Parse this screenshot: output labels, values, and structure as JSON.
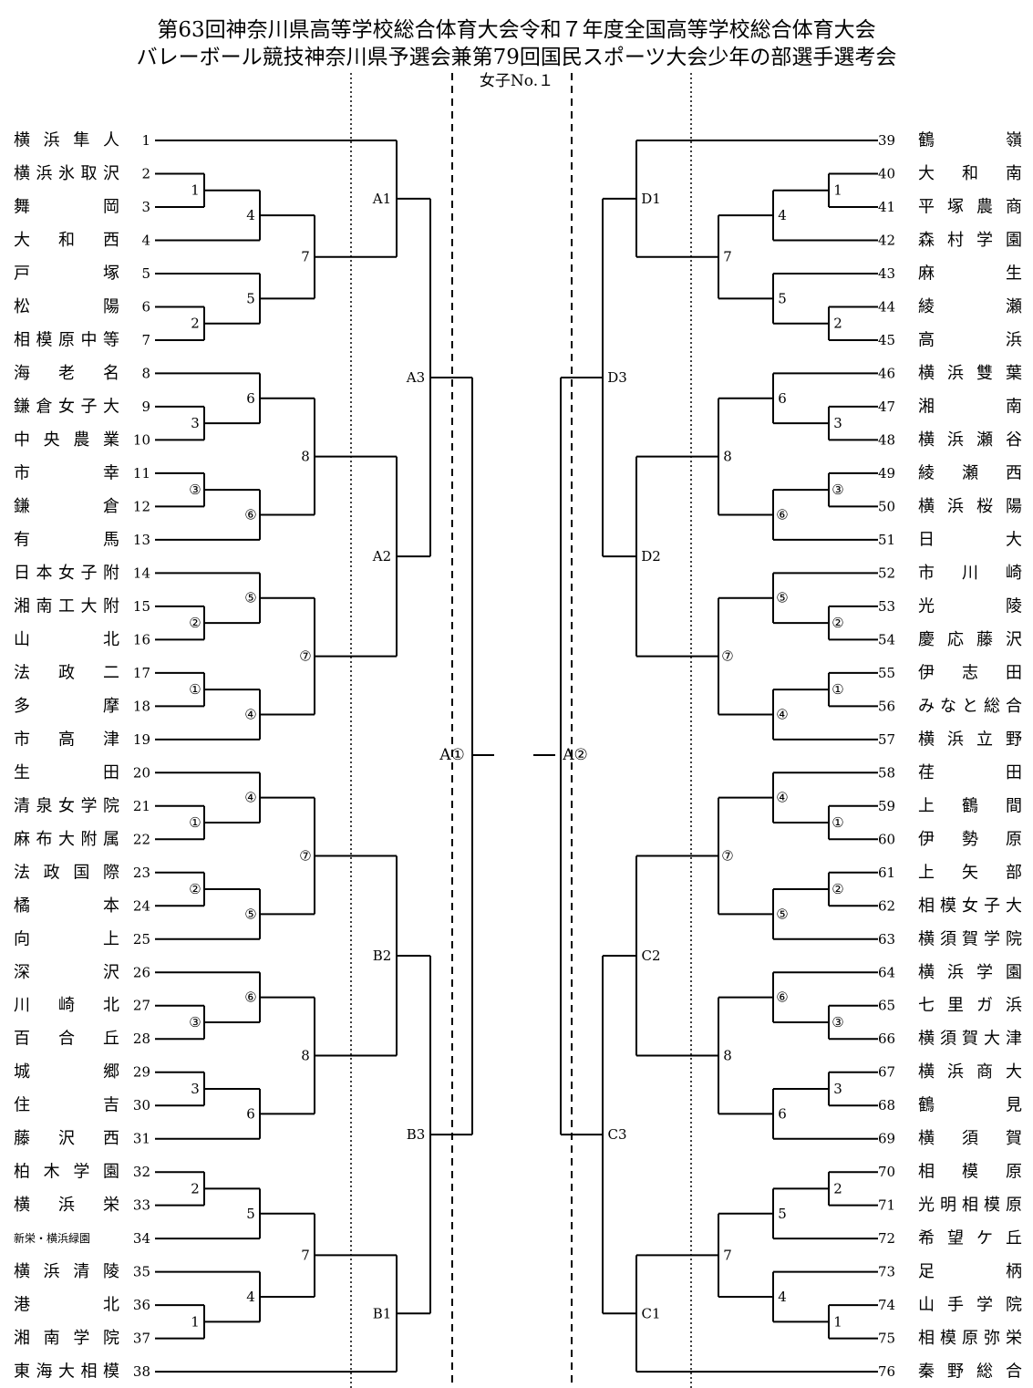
{
  "title": {
    "line1": "第63回神奈川県高等学校総合体育大会令和７年度全国高等学校総合体育大会",
    "line2": "バレーボール競技神奈川県予選会兼第79回国民スポーツ大会少年の部選手選考会",
    "line3": "女子No.１"
  },
  "left_teams": [
    {
      "seed": "1",
      "name": "横浜隼人"
    },
    {
      "seed": "2",
      "name": "横浜氷取沢"
    },
    {
      "seed": "3",
      "name": "舞岡"
    },
    {
      "seed": "4",
      "name": "大和西"
    },
    {
      "seed": "5",
      "name": "戸塚"
    },
    {
      "seed": "6",
      "name": "松陽"
    },
    {
      "seed": "7",
      "name": "相模原中等"
    },
    {
      "seed": "8",
      "name": "海老名"
    },
    {
      "seed": "9",
      "name": "鎌倉女子大"
    },
    {
      "seed": "10",
      "name": "中央農業"
    },
    {
      "seed": "11",
      "name": "市幸"
    },
    {
      "seed": "12",
      "name": "鎌倉"
    },
    {
      "seed": "13",
      "name": "有馬"
    },
    {
      "seed": "14",
      "name": "日本女子附"
    },
    {
      "seed": "15",
      "name": "湘南工大附"
    },
    {
      "seed": "16",
      "name": "山北"
    },
    {
      "seed": "17",
      "name": "法政二"
    },
    {
      "seed": "18",
      "name": "多摩"
    },
    {
      "seed": "19",
      "name": "市高津"
    },
    {
      "seed": "20",
      "name": "生田"
    },
    {
      "seed": "21",
      "name": "清泉女学院"
    },
    {
      "seed": "22",
      "name": "麻布大附属"
    },
    {
      "seed": "23",
      "name": "法政国際"
    },
    {
      "seed": "24",
      "name": "橘本"
    },
    {
      "seed": "25",
      "name": "向上"
    },
    {
      "seed": "26",
      "name": "深沢"
    },
    {
      "seed": "27",
      "name": "川崎北"
    },
    {
      "seed": "28",
      "name": "百合丘"
    },
    {
      "seed": "29",
      "name": "城郷"
    },
    {
      "seed": "30",
      "name": "住吉"
    },
    {
      "seed": "31",
      "name": "藤沢西"
    },
    {
      "seed": "32",
      "name": "柏木学園"
    },
    {
      "seed": "33",
      "name": "横浜栄"
    },
    {
      "seed": "34",
      "name": "新栄・横浜緑園"
    },
    {
      "seed": "35",
      "name": "横浜清陵"
    },
    {
      "seed": "36",
      "name": "港北"
    },
    {
      "seed": "37",
      "name": "湘南学院"
    },
    {
      "seed": "38",
      "name": "東海大相模"
    }
  ],
  "right_teams": [
    {
      "seed": "39",
      "name": "鶴嶺"
    },
    {
      "seed": "40",
      "name": "大和南"
    },
    {
      "seed": "41",
      "name": "平塚農商"
    },
    {
      "seed": "42",
      "name": "森村学園"
    },
    {
      "seed": "43",
      "name": "麻生"
    },
    {
      "seed": "44",
      "name": "綾瀬"
    },
    {
      "seed": "45",
      "name": "高浜"
    },
    {
      "seed": "46",
      "name": "横浜雙葉"
    },
    {
      "seed": "47",
      "name": "湘南"
    },
    {
      "seed": "48",
      "name": "横浜瀬谷"
    },
    {
      "seed": "49",
      "name": "綾瀬西"
    },
    {
      "seed": "50",
      "name": "横浜桜陽"
    },
    {
      "seed": "51",
      "name": "日大"
    },
    {
      "seed": "52",
      "name": "市川崎"
    },
    {
      "seed": "53",
      "name": "光陵"
    },
    {
      "seed": "54",
      "name": "慶応藤沢"
    },
    {
      "seed": "55",
      "name": "伊志田"
    },
    {
      "seed": "56",
      "name": "みなと総合"
    },
    {
      "seed": "57",
      "name": "横浜立野"
    },
    {
      "seed": "58",
      "name": "荏田"
    },
    {
      "seed": "59",
      "name": "上鶴間"
    },
    {
      "seed": "60",
      "name": "伊勢原"
    },
    {
      "seed": "61",
      "name": "上矢部"
    },
    {
      "seed": "62",
      "name": "相模女子大"
    },
    {
      "seed": "63",
      "name": "横須賀学院"
    },
    {
      "seed": "64",
      "name": "横浜学園"
    },
    {
      "seed": "65",
      "name": "七里ガ浜"
    },
    {
      "seed": "66",
      "name": "横須賀大津"
    },
    {
      "seed": "67",
      "name": "横浜商大"
    },
    {
      "seed": "68",
      "name": "鶴見"
    },
    {
      "seed": "69",
      "name": "横須賀"
    },
    {
      "seed": "70",
      "name": "相模原"
    },
    {
      "seed": "71",
      "name": "光明相模原"
    },
    {
      "seed": "72",
      "name": "希望ケ丘"
    },
    {
      "seed": "73",
      "name": "足柄"
    },
    {
      "seed": "74",
      "name": "山手学院"
    },
    {
      "seed": "75",
      "name": "相模原弥栄"
    },
    {
      "seed": "76",
      "name": "秦野総合"
    }
  ],
  "match_labels": {
    "left_r1": [
      "1",
      "2",
      "3",
      "③",
      "②",
      "①",
      "①",
      "②",
      "③",
      "3",
      "2",
      "1"
    ],
    "left_r2": [
      "4",
      "5",
      "6",
      "⑥",
      "⑤",
      "④",
      "④",
      "⑤",
      "⑥",
      "6",
      "5",
      "4"
    ],
    "left_r3": [
      "7",
      "8",
      "⑦",
      "⑦",
      "8",
      "7"
    ],
    "right_r1": [
      "1",
      "2",
      "3",
      "③",
      "②",
      "①",
      "①",
      "②",
      "③",
      "3",
      "2",
      "1"
    ],
    "right_r2": [
      "4",
      "5",
      "6",
      "⑥",
      "⑤",
      "④",
      "④",
      "⑤",
      "⑥",
      "6",
      "5",
      "4"
    ],
    "right_r3": [
      "7",
      "8",
      "⑦",
      "⑦",
      "8",
      "7"
    ],
    "left_blocks": [
      "A1",
      "A2",
      "A3",
      "B2",
      "B1",
      "B3"
    ],
    "right_blocks": [
      "D1",
      "D2",
      "D3",
      "C2",
      "C1",
      "C3"
    ],
    "finals": [
      "A①",
      "A②"
    ]
  }
}
